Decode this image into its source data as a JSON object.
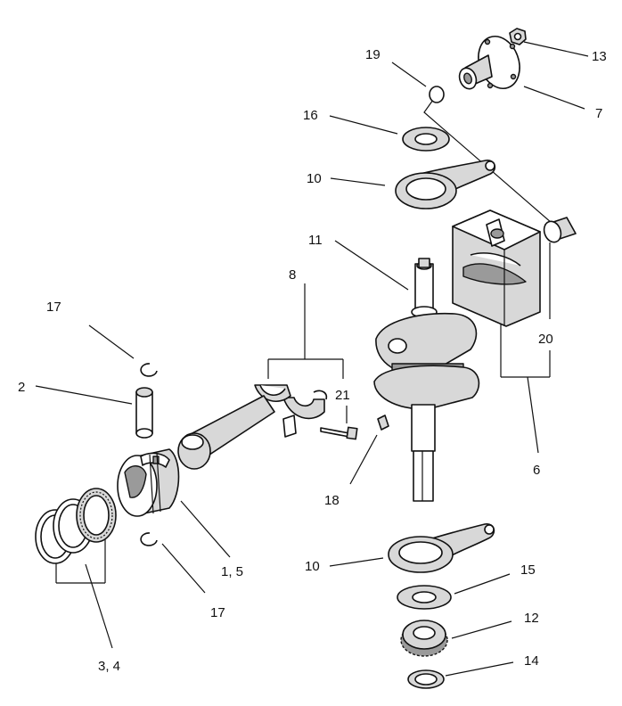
{
  "diagram": {
    "labels": {
      "13": "13",
      "19": "19",
      "7": "7",
      "16": "16",
      "10_top": "10",
      "11": "11",
      "8": "8",
      "17_top": "17",
      "2": "2",
      "21": "21",
      "20": "20",
      "6": "6",
      "18": "18",
      "1_5": "1, 5",
      "17_bot": "17",
      "10_bot": "10",
      "15": "15",
      "12": "12",
      "3_4": "3, 4",
      "14": "14"
    }
  }
}
